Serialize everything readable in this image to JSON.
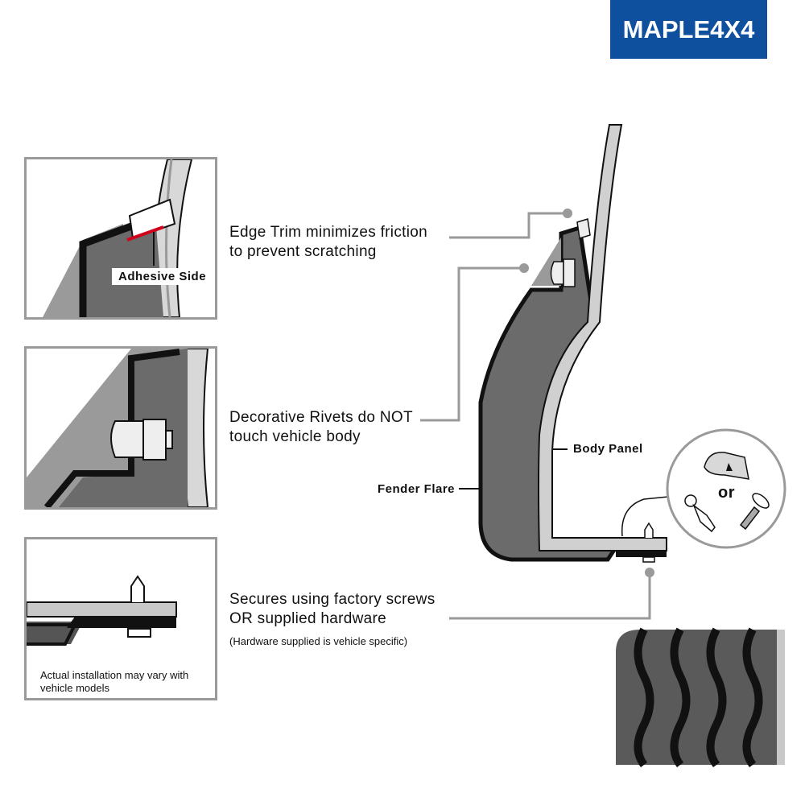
{
  "brand": {
    "logo_text": "MAPLE4X4",
    "color": "#0e4f9e"
  },
  "callouts": [
    {
      "line1": "Edge Trim minimizes friction",
      "line2": "to prevent scratching"
    },
    {
      "line1": "Decorative Rivets do NOT",
      "line2": "touch vehicle body"
    },
    {
      "line1": "Secures using factory screws",
      "line2": "OR supplied hardware",
      "note": "(Hardware supplied is vehicle specific)"
    }
  ],
  "panels": {
    "adhesive_label": "Adhesive Side",
    "disclaimer_line1": "Actual installation may vary with",
    "disclaimer_line2": "vehicle models"
  },
  "diagram": {
    "body_panel_label": "Body Panel",
    "fender_flare_label": "Fender Flare",
    "hardware_or": "or"
  }
}
